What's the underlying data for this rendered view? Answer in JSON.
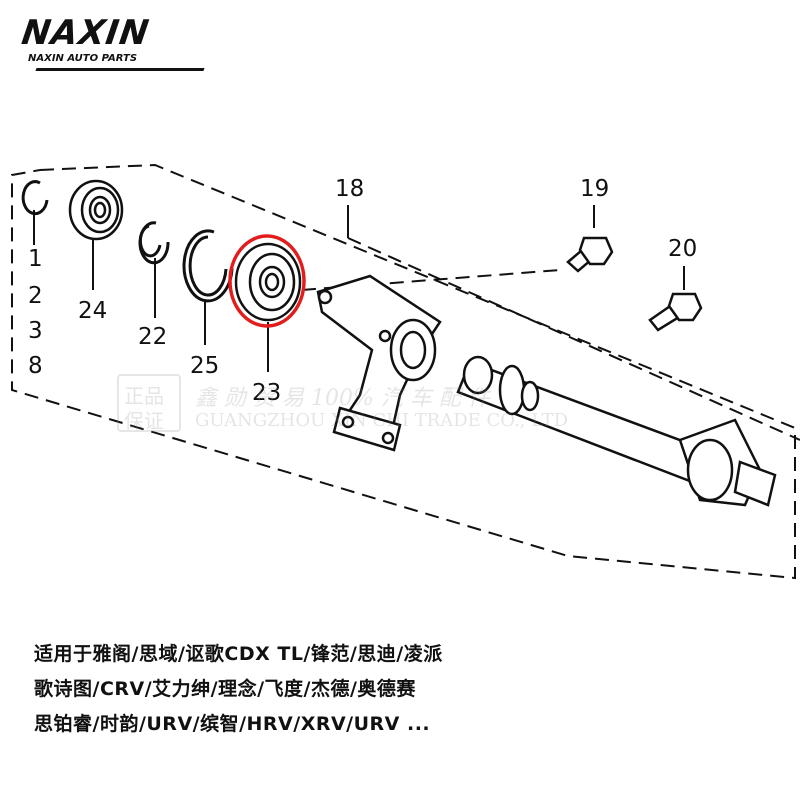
{
  "brand": {
    "name": "NAXIN",
    "subtitle": "NAXIN AUTO PARTS"
  },
  "callouts": {
    "c1": "1",
    "c2": "2",
    "c3": "3",
    "c8": "8",
    "c18": "18",
    "c19": "19",
    "c20": "20",
    "c22": "22",
    "c23": "23",
    "c24": "24",
    "c25": "25"
  },
  "highlight": {
    "part": "23",
    "color": "#e21d1d"
  },
  "watermark": {
    "badge_top": "正品",
    "badge_bottom": "保证",
    "company_cn": "鑫  勋  贸  易  100%  汽 车 配 件",
    "company_en": "GUANGZHOU  XIN  CHI  TRADE  CO., LTD"
  },
  "fitment": {
    "line1": "适用于雅阁/思域/讴歌CDX TL/锋范/思迪/凌派",
    "line2": "歌诗图/CRV/艾力绅/理念/飞度/杰德/奥德赛",
    "line3": "思铂睿/时韵/URV/缤智/HRV/XRV/URV ..."
  },
  "colors": {
    "ink": "#111111",
    "highlight": "#e21d1d",
    "watermark": "#8c8c8c"
  }
}
